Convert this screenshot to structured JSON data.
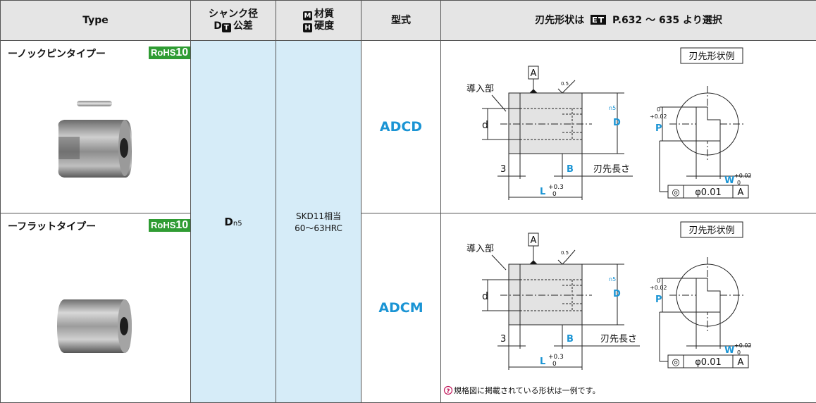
{
  "header": {
    "type": "Type",
    "shank_line1": "シャンク径",
    "shank_line2_a": "D",
    "shank_line2_icon": "T",
    "shank_line2_b": "公差",
    "material_icon": "M",
    "material_label": "材質",
    "hardness_icon": "H",
    "hardness_label": "硬度",
    "model": "型式",
    "tip_shape": "刃先形状は",
    "tip_shape_ref": "P.632 ～ 635 より選択"
  },
  "rows": [
    {
      "type_name": "ーノックピンタイプー",
      "rohs": "RoHS",
      "rohs_num": "10",
      "model": "ADCD"
    },
    {
      "type_name": "ーフラットタイプー",
      "rohs": "RoHS",
      "rohs_num": "10",
      "model": "ADCM"
    }
  ],
  "shank": {
    "d": "D",
    "sub": "n5"
  },
  "material": {
    "line1": "SKD11相当",
    "line2": "60～63HRC"
  },
  "diagram": {
    "intro": "導入部",
    "datum": "A",
    "roughness": "0.5",
    "example": "刃先形状例",
    "d_label": "d",
    "D_label": "D",
    "D_sub": "n5",
    "P_label": "P",
    "P_tol_upper": "+0.02",
    "P_tol_lower": "0",
    "dim3": "3",
    "B": "B",
    "blade_length": "刃先長さ",
    "L": "L",
    "L_tol_upper": "+0.3",
    "L_tol_lower": "0",
    "W": "W",
    "W_tol_upper": "+0.02",
    "W_tol_lower": "0",
    "tol_symbol": "◎",
    "tol_value": "φ0.01",
    "tol_datum": "A"
  },
  "note": "規格図に掲載されている形状は一例です。",
  "colors": {
    "accent": "#1a94d4",
    "rohs": "#2f9c33",
    "blue_cell": "#d6ecf8",
    "header": "#e5e5e5"
  }
}
